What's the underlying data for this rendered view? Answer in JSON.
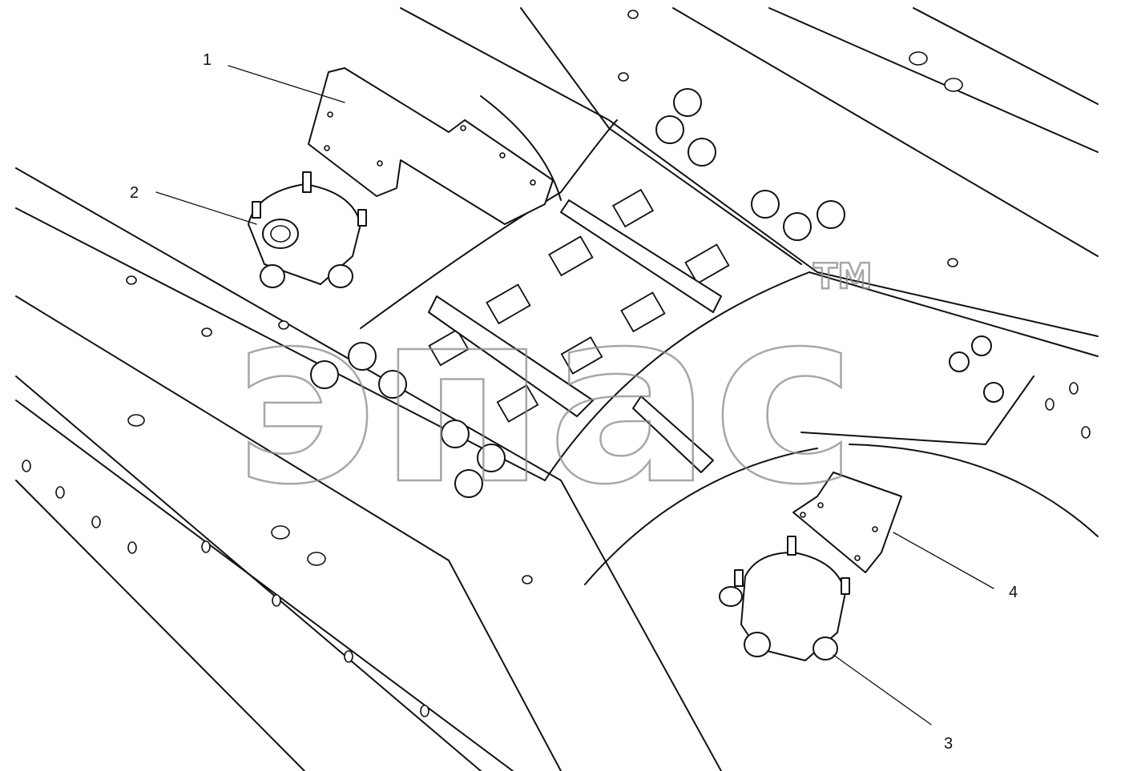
{
  "callouts": [
    {
      "id": "1",
      "label": "1"
    },
    {
      "id": "2",
      "label": "2"
    },
    {
      "id": "3",
      "label": "3"
    },
    {
      "id": "4",
      "label": "4"
    }
  ],
  "watermark": {
    "text": "эпас",
    "tm": "TM"
  },
  "colors": {
    "line": "#111111",
    "watermark": "#8a8a8a",
    "background": "#ffffff"
  }
}
